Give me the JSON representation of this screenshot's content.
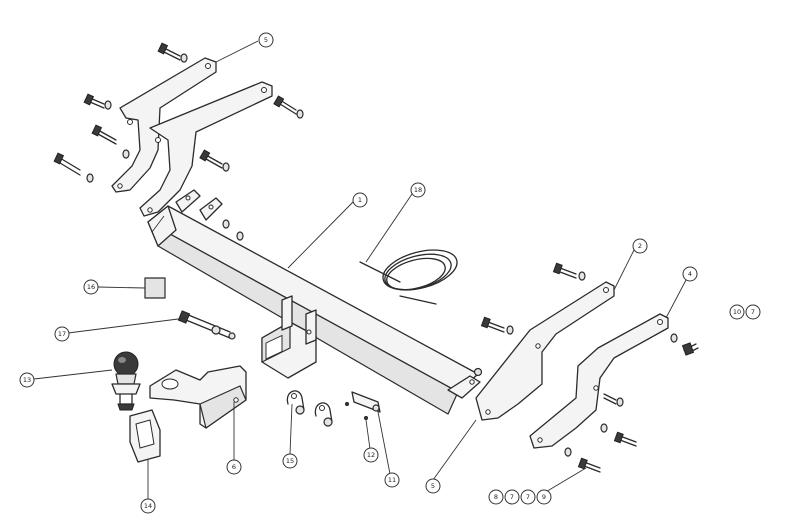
{
  "callouts": [
    {
      "id": "c-5-top",
      "label": "5"
    },
    {
      "id": "c-1",
      "label": "1"
    },
    {
      "id": "c-18",
      "label": "18"
    },
    {
      "id": "c-2",
      "label": "2"
    },
    {
      "id": "c-4",
      "label": "4"
    },
    {
      "id": "c-10",
      "label": "10"
    },
    {
      "id": "c-7-right",
      "label": "7"
    },
    {
      "id": "c-16",
      "label": "16"
    },
    {
      "id": "c-17",
      "label": "17"
    },
    {
      "id": "c-13",
      "label": "13"
    },
    {
      "id": "c-14",
      "label": "14"
    },
    {
      "id": "c-6",
      "label": "6"
    },
    {
      "id": "c-15",
      "label": "15"
    },
    {
      "id": "c-12",
      "label": "12"
    },
    {
      "id": "c-11",
      "label": "11"
    },
    {
      "id": "c-5-bottom",
      "label": "5"
    },
    {
      "id": "c-8",
      "label": "8"
    },
    {
      "id": "c-7a",
      "label": "7"
    },
    {
      "id": "c-7b",
      "label": "7"
    },
    {
      "id": "c-9",
      "label": "9"
    }
  ]
}
